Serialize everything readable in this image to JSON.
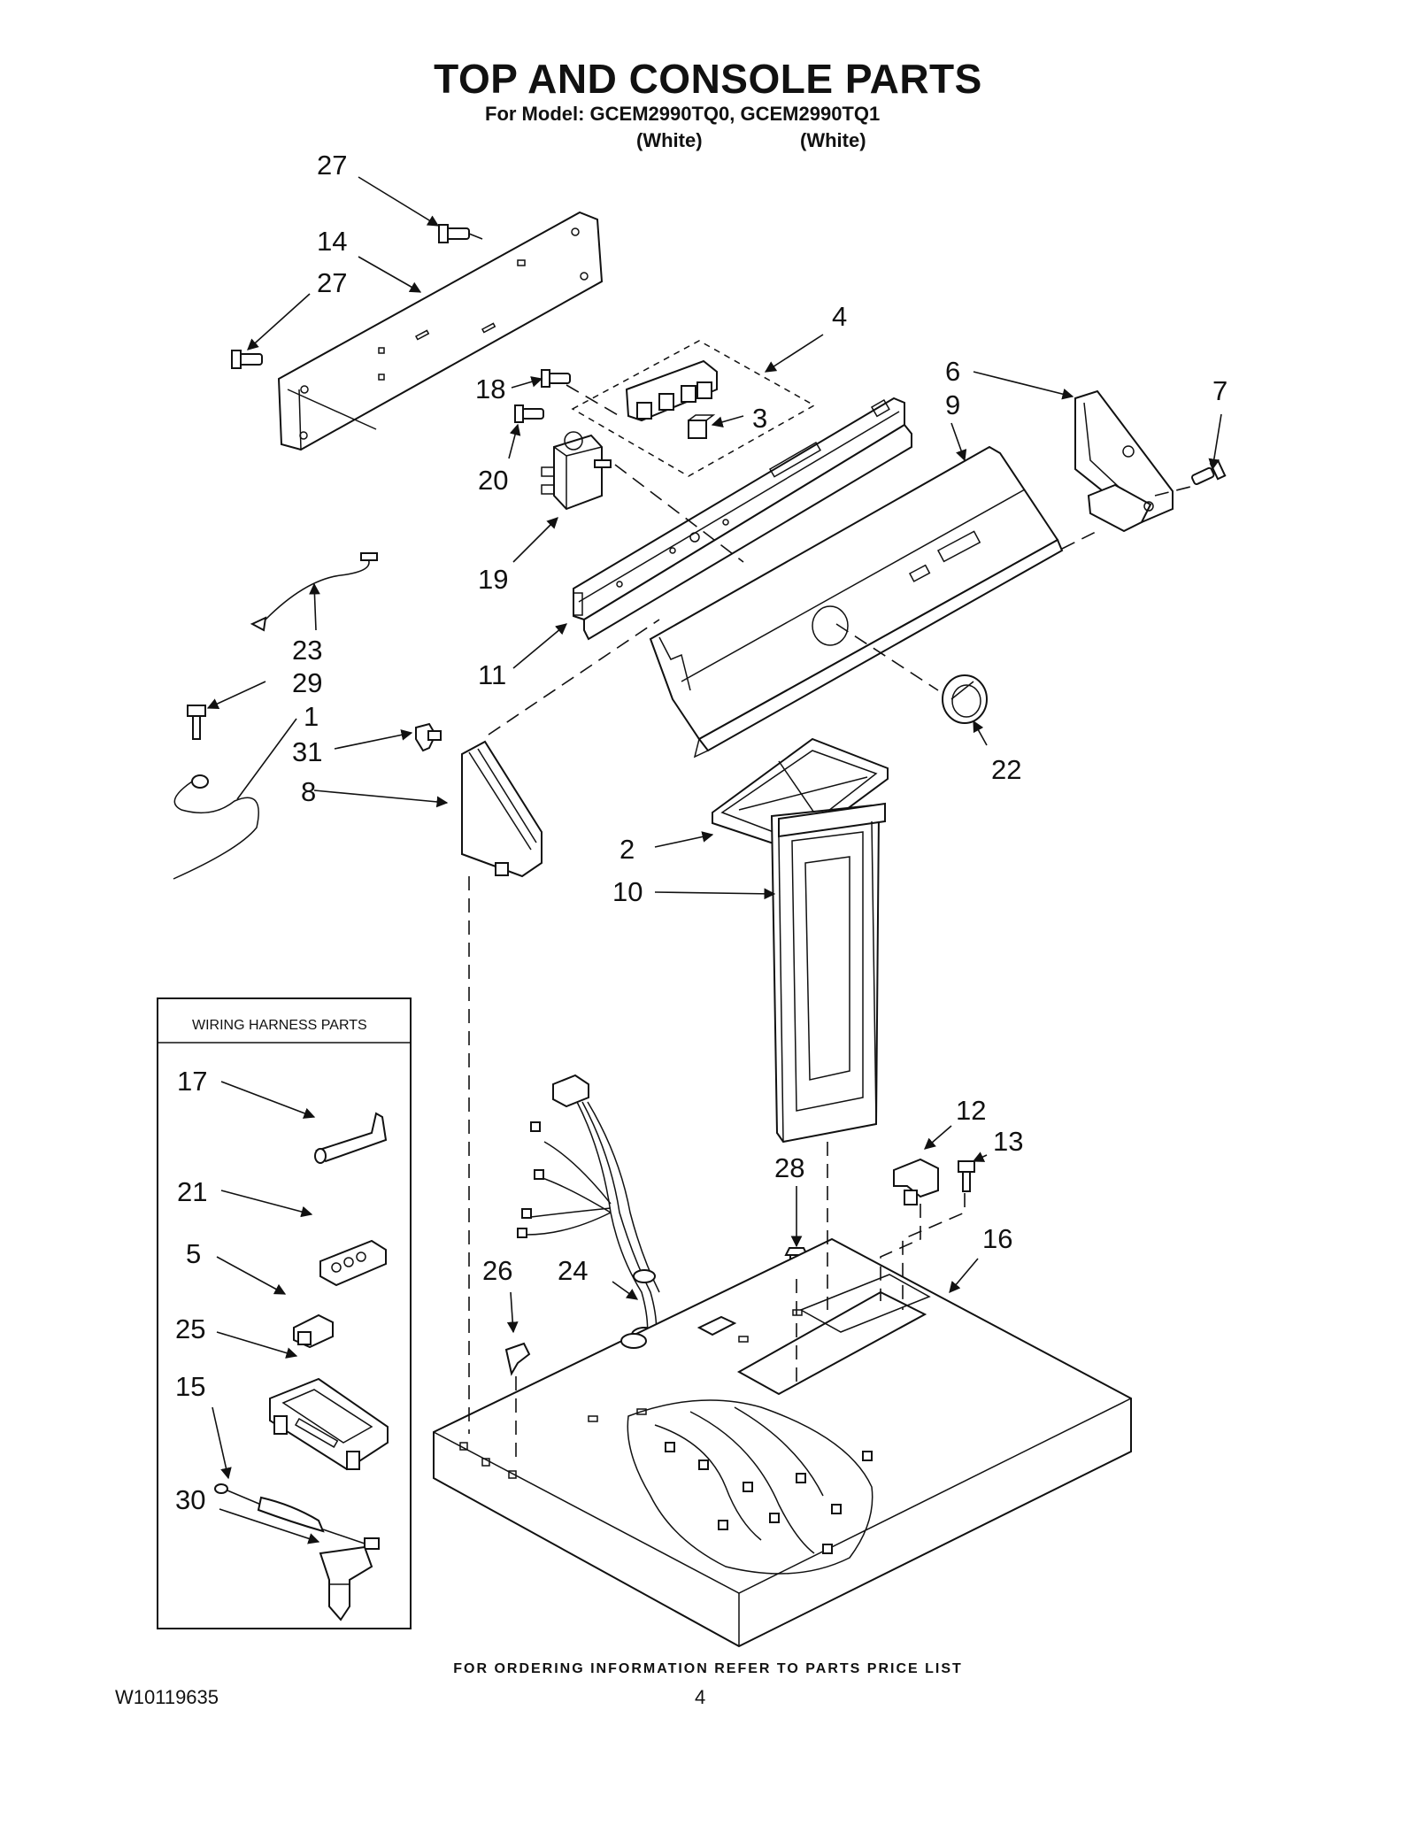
{
  "header": {
    "title": "TOP AND CONSOLE PARTS",
    "model_line": "For Model: GCEM2990TQ0, GCEM2990TQ1",
    "color_1": "(White)",
    "color_2": "(White)"
  },
  "callouts": [
    "27",
    "14",
    "27",
    "4",
    "18",
    "3",
    "20",
    "19",
    "6",
    "9",
    "7",
    "23",
    "29",
    "1",
    "31",
    "11",
    "8",
    "22",
    "2",
    "10",
    "12",
    "13",
    "28",
    "16",
    "26",
    "24"
  ],
  "wiring_inset": {
    "title": "WIRING HARNESS PARTS",
    "callouts": [
      "17",
      "21",
      "5",
      "25",
      "15",
      "30"
    ]
  },
  "footer": {
    "ordering_note": "FOR ORDERING INFORMATION REFER TO PARTS PRICE LIST",
    "doc_number": "W10119635",
    "page_number": "4"
  }
}
